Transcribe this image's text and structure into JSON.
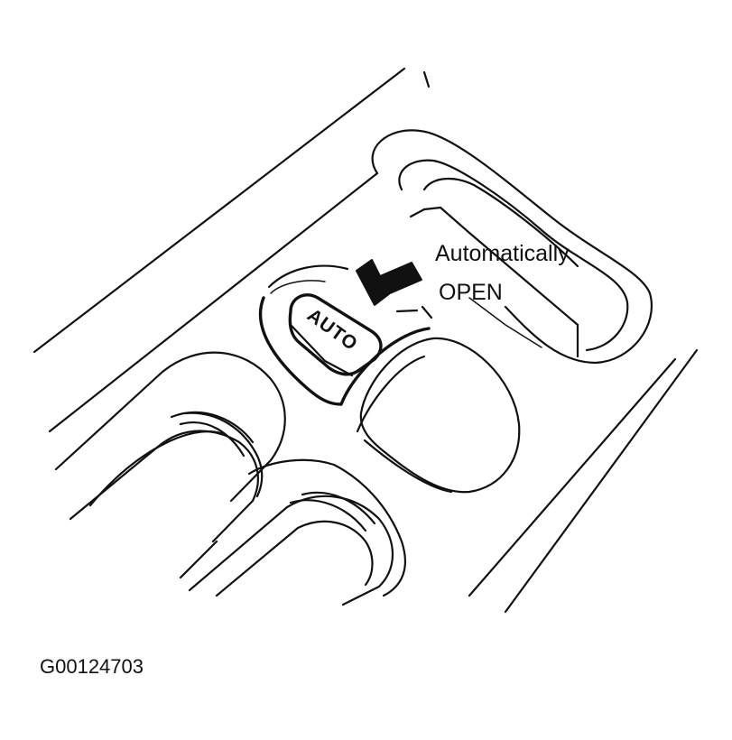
{
  "button_label": "AUTO",
  "callout": {
    "line1": "Automatically",
    "line2": "OPEN"
  },
  "figure_id": "G00124703",
  "colors": {
    "ink": "#111111",
    "background": "#ffffff"
  }
}
